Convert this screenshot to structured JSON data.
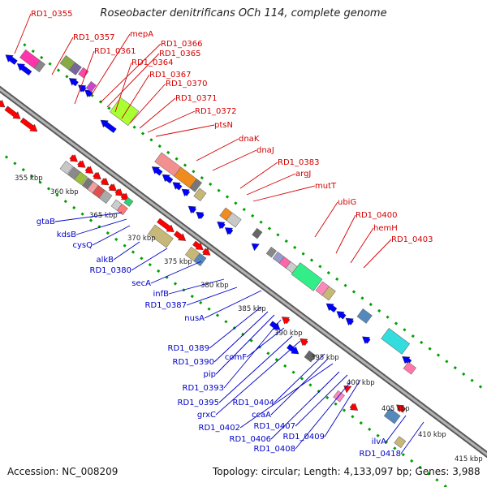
{
  "title": "Roseobacter denitrificans OCh 114, complete genome",
  "footer": {
    "accession": "Accession: NC_008209",
    "topology": "Topology: circular; Length: 4,133,097 bp; Genes: 3,988"
  },
  "colors": {
    "top_label": "#d40000",
    "bottom_label": "#0000c8",
    "forward_gene": "#ff0000",
    "reverse_gene": "#0000ff",
    "backbone": "#888888",
    "dotted_track": "#00a000"
  },
  "ticks": [
    "355 kbp",
    "360 kbp",
    "365 kbp",
    "370 kbp",
    "375 kbp",
    "380 kbp",
    "385 kbp",
    "390 kbp",
    "395 kbp",
    "400 kbp",
    "405 kbp",
    "410 kbp",
    "415 kbp"
  ],
  "top_labels": [
    "RD1_0355",
    "RD1_0357",
    "mepA",
    "RD1_0366",
    "RD1_0361",
    "RD1_0365",
    "RD1_0364",
    "RD1_0367",
    "RD1_0370",
    "RD1_0371",
    "RD1_0372",
    "ptsN",
    "dnaK",
    "dnaJ",
    "RD1_0383",
    "argJ",
    "mutT",
    "ubiG",
    "RD1_0400",
    "hemH",
    "RD1_0403"
  ],
  "bottom_labels": [
    "gtaB",
    "kdsB",
    "cysQ",
    "alkB",
    "RD1_0380",
    "secA",
    "infB",
    "RD1_0387",
    "nusA",
    "RD1_0389",
    "RD1_0390",
    "pip",
    "RD1_0393",
    "comF",
    "RD1_0395",
    "grxC",
    "RD1_0404",
    "ccaA",
    "RD1_0402",
    "RD1_0406",
    "RD1_0407",
    "RD1_0409",
    "RD1_0408",
    "ilvA",
    "RD1_0418"
  ]
}
